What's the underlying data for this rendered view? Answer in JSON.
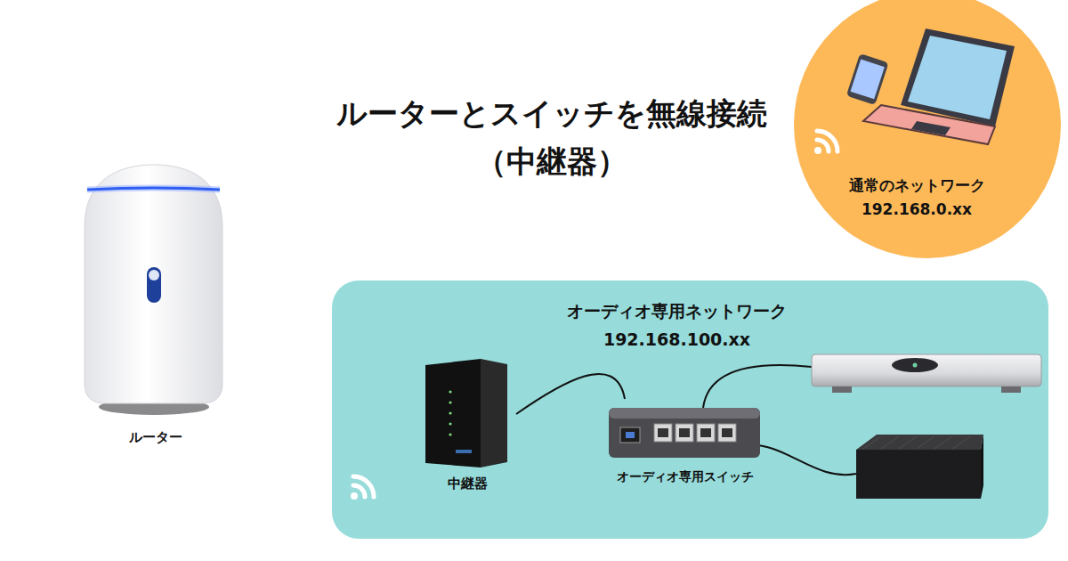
{
  "diagram": {
    "title": "ルーターとスイッチを無線接続 （中継器）",
    "nodes": [
      {
        "text": [
          "ルーター"
        ]
      },
      {
        "text": [
          "通常のネットワーク",
          "192.168.0.xx"
        ]
      },
      {
        "text": [
          "オーディオ専用ネットワーク",
          "192.168.100.xx"
        ]
      },
      {
        "text": [
          "中継器"
        ],
        "in": 2
      },
      {
        "text": [
          "オーディオ専用スイッチ"
        ],
        "in": 2
      }
    ],
    "edges": [
      {
        "from": 3,
        "to": 4,
        "arrow": "none"
      }
    ]
  }
}
